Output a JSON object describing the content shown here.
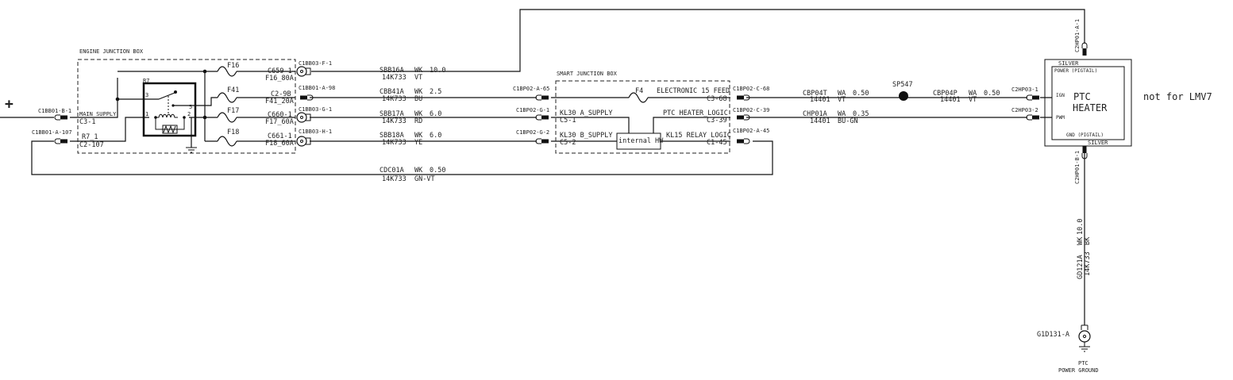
{
  "plus_sign": "+",
  "note": "not for LMV7",
  "engine_jb": {
    "title": "ENGINE JUNCTION BOX",
    "relay": "R7",
    "relay_pins": [
      "3",
      "5",
      "1",
      "2"
    ],
    "main_supply": "MAIN_SUPPLY",
    "main_supply_pin": "C3-1",
    "r7_1": "R7_1",
    "r7_1_pin": "C2-107",
    "fuses": [
      {
        "name": "F16",
        "pin": "C659-1",
        "rating": "F16_80A"
      },
      {
        "name": "F41",
        "pin": "C2-9B",
        "rating": "F41_20A"
      },
      {
        "name": "F17",
        "pin": "C660-1",
        "rating": "F17_60A"
      },
      {
        "name": "F18",
        "pin": "C661-1",
        "rating": "F18_60A"
      }
    ]
  },
  "connectors": {
    "in_b1": "C1BB01-B-1",
    "in_a107": "C1BB01-A-107",
    "f1": "C1BB03-F-1",
    "a98": "C1BB01-A-98",
    "g1": "C1BB03-G-1",
    "h1": "C1BB03-H-1",
    "a65": "C1BP02-A-65",
    "bg1": "C1BP02-G-1",
    "bg2": "C1BP02-G-2",
    "c68": "C1BP02-C-68",
    "c39": "C1BP02-C-39",
    "a45": "C1BP02-A-45",
    "h3_1": "C2HP03-1",
    "h3_2": "C2HP03-2",
    "h1_a1": "C2HP01-A-1",
    "h1_b1": "C2HP01-B-1",
    "ground": "G1D131-A"
  },
  "wires": [
    {
      "id": "SBB16A",
      "type": "WK",
      "size": "10.0",
      "code": "14K733",
      "color": "VT"
    },
    {
      "id": "CBB41A",
      "type": "WK",
      "size": "2.5",
      "code": "14K733",
      "color": "BU"
    },
    {
      "id": "SBB17A",
      "type": "WK",
      "size": "6.0",
      "code": "14K733",
      "color": "RD"
    },
    {
      "id": "SBB18A",
      "type": "WK",
      "size": "6.0",
      "code": "14K733",
      "color": "YE"
    },
    {
      "id": "CDC01A",
      "type": "WK",
      "size": "0.50",
      "code": "14K733",
      "color": "GN-VT"
    },
    {
      "id": "CBP04T",
      "type": "WA",
      "size": "0.50",
      "code": "14401",
      "color": "VT"
    },
    {
      "id": "CBP04P",
      "type": "WA",
      "size": "0.50",
      "code": "14401",
      "color": "VT"
    },
    {
      "id": "CHP01A",
      "type": "WA",
      "size": "0.35",
      "code": "14401",
      "color": "BU-GN"
    },
    {
      "id": "GD121A",
      "type": "WK",
      "size": "10.0",
      "code": "14K733",
      "color": "BK"
    }
  ],
  "smart_jb": {
    "title": "SMART JUNCTION BOX",
    "fuse": "F4",
    "elec15": "ELECTRONIC 15 FEED",
    "elec15_pin": "C3-68",
    "kl30a": "KL30 A_SUPPLY",
    "kl30a_pin": "C5-1",
    "kl30b": "KL30 B_SUPPLY",
    "kl30b_pin": "C5-2",
    "ptc_logic": "PTC HEATER_LOGIC",
    "ptc_logic_pin": "C3-39",
    "kl15": "KL15 RELAY LOGIC",
    "kl15_pin": "C1-45",
    "internal": "internal HW"
  },
  "splice": "SP547",
  "heater": {
    "title1": "PTC",
    "title2": "HEATER",
    "silver_top": "SILVER",
    "silver_bottom": "SILVER",
    "power": "POWER (PIGTAIL)",
    "gnd": "GND (PIGTAIL)",
    "ign": "IGN",
    "pwm": "PWM"
  },
  "ground_label1": "PTC",
  "ground_label2": "POWER GROUND"
}
